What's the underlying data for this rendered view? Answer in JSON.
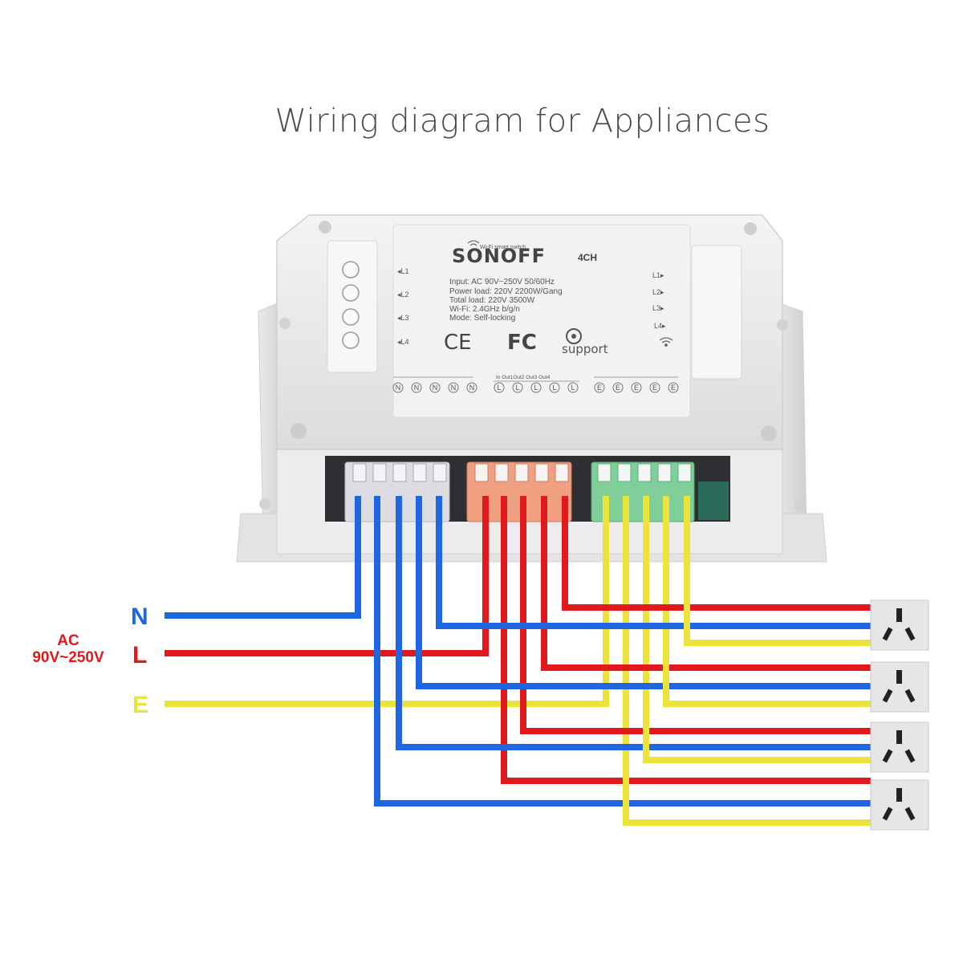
{
  "title": "Wiring diagram for Appliances",
  "colors": {
    "neutral": "#1f67e0",
    "live": "#e0191c",
    "earth": "#ece43c"
  },
  "input": {
    "n_label": "N",
    "l_label": "L",
    "e_label": "E",
    "ac_label": "AC",
    "voltage_label": "90V~250V"
  },
  "device": {
    "brand": "SONOFF",
    "model": "4CH",
    "subtitle": "Wi-Fi smart switch",
    "specs": [
      "Input: AC 90V~250V 50/60Hz",
      "Power load: 220V 2200W/Gang",
      "Total load: 220V 3500W",
      "Wi-Fi: 2.4GHz b/g/n",
      "Mode: Self-locking"
    ],
    "left_leds": [
      "◂L1",
      "◂L2",
      "◂L3",
      "◂L4"
    ],
    "right_leds": [
      "L1▸",
      "L2▸",
      "L3▸",
      "L4▸"
    ],
    "ce_mark": "CE",
    "fc_mark": "FC",
    "support_label": "support",
    "out_header": "In  Out1Out2 Out3 Out4",
    "n_terminals": [
      "N",
      "N",
      "N",
      "N",
      "N"
    ],
    "l_terminals": [
      "L",
      "L",
      "L",
      "L",
      "L"
    ],
    "e_terminals": [
      "E",
      "E",
      "E",
      "E",
      "E"
    ]
  },
  "outlets": [
    {
      "icon": "outlet-icon"
    },
    {
      "icon": "outlet-icon"
    },
    {
      "icon": "outlet-icon"
    },
    {
      "icon": "outlet-icon"
    }
  ]
}
